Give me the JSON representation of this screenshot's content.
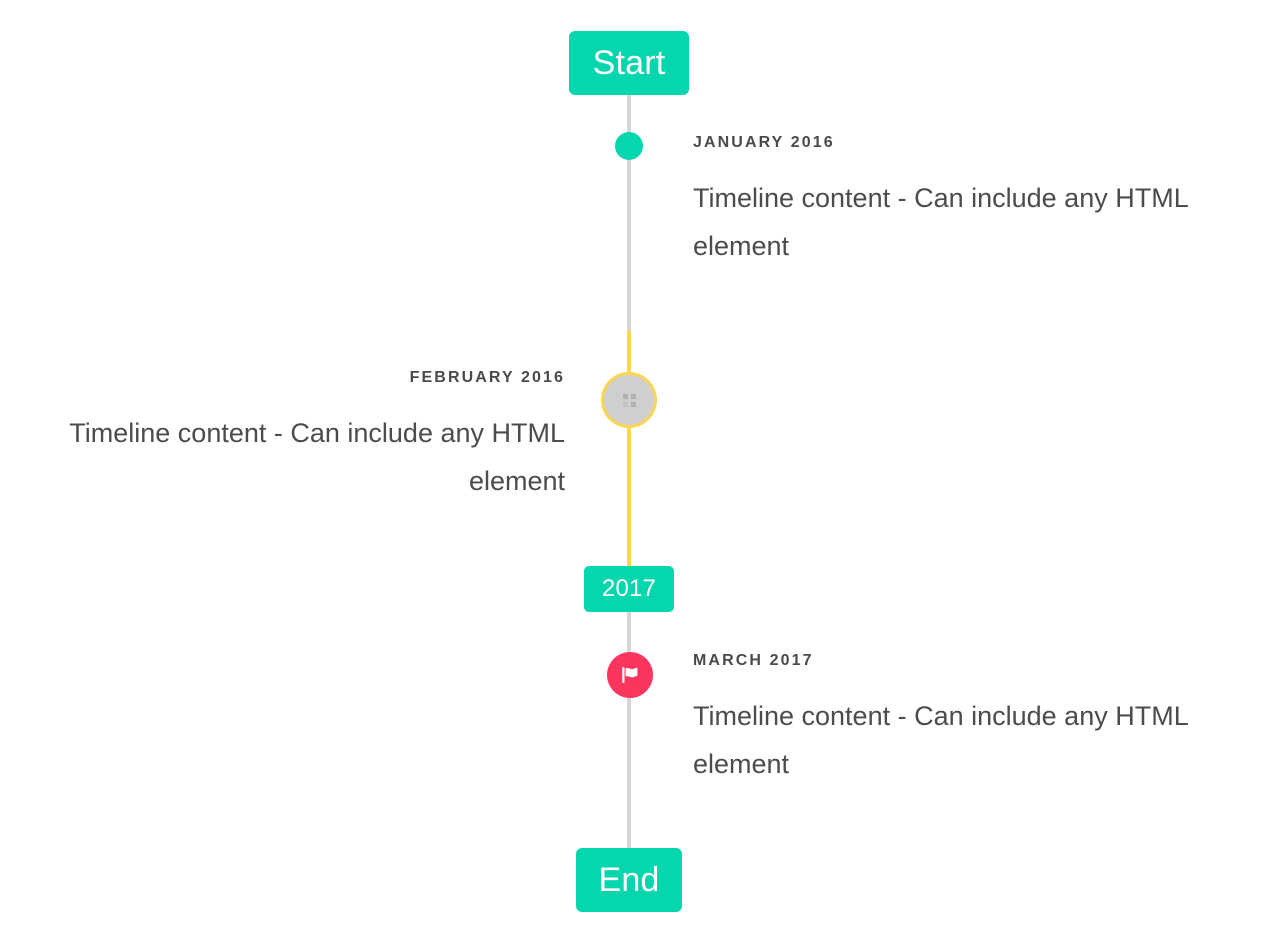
{
  "timeline": {
    "start_label": "Start",
    "end_label": "End",
    "year_marker_label": "2017",
    "accent_color": "#06d6ad",
    "rail_color": "#d6d6d6",
    "highlight_color": "#fdd651",
    "flag_color": "#fa365e",
    "pending_color": "#cfcfcf",
    "text_color": "#4c4c4c",
    "entries": [
      {
        "date": "JANUARY 2016",
        "body": "Timeline content - Can include any HTML element",
        "side": "right",
        "marker": "dot-icon",
        "marker_color": "#06d6ad"
      },
      {
        "date": "FEBRUARY 2016",
        "body": "Timeline content - Can include any HTML element",
        "side": "left",
        "marker": "loading-dots-icon",
        "marker_color": "#cfcfcf"
      },
      {
        "date": "MARCH 2017",
        "body": "Timeline content - Can include any HTML element",
        "side": "right",
        "marker": "flag-icon",
        "marker_color": "#fa365e"
      }
    ]
  }
}
